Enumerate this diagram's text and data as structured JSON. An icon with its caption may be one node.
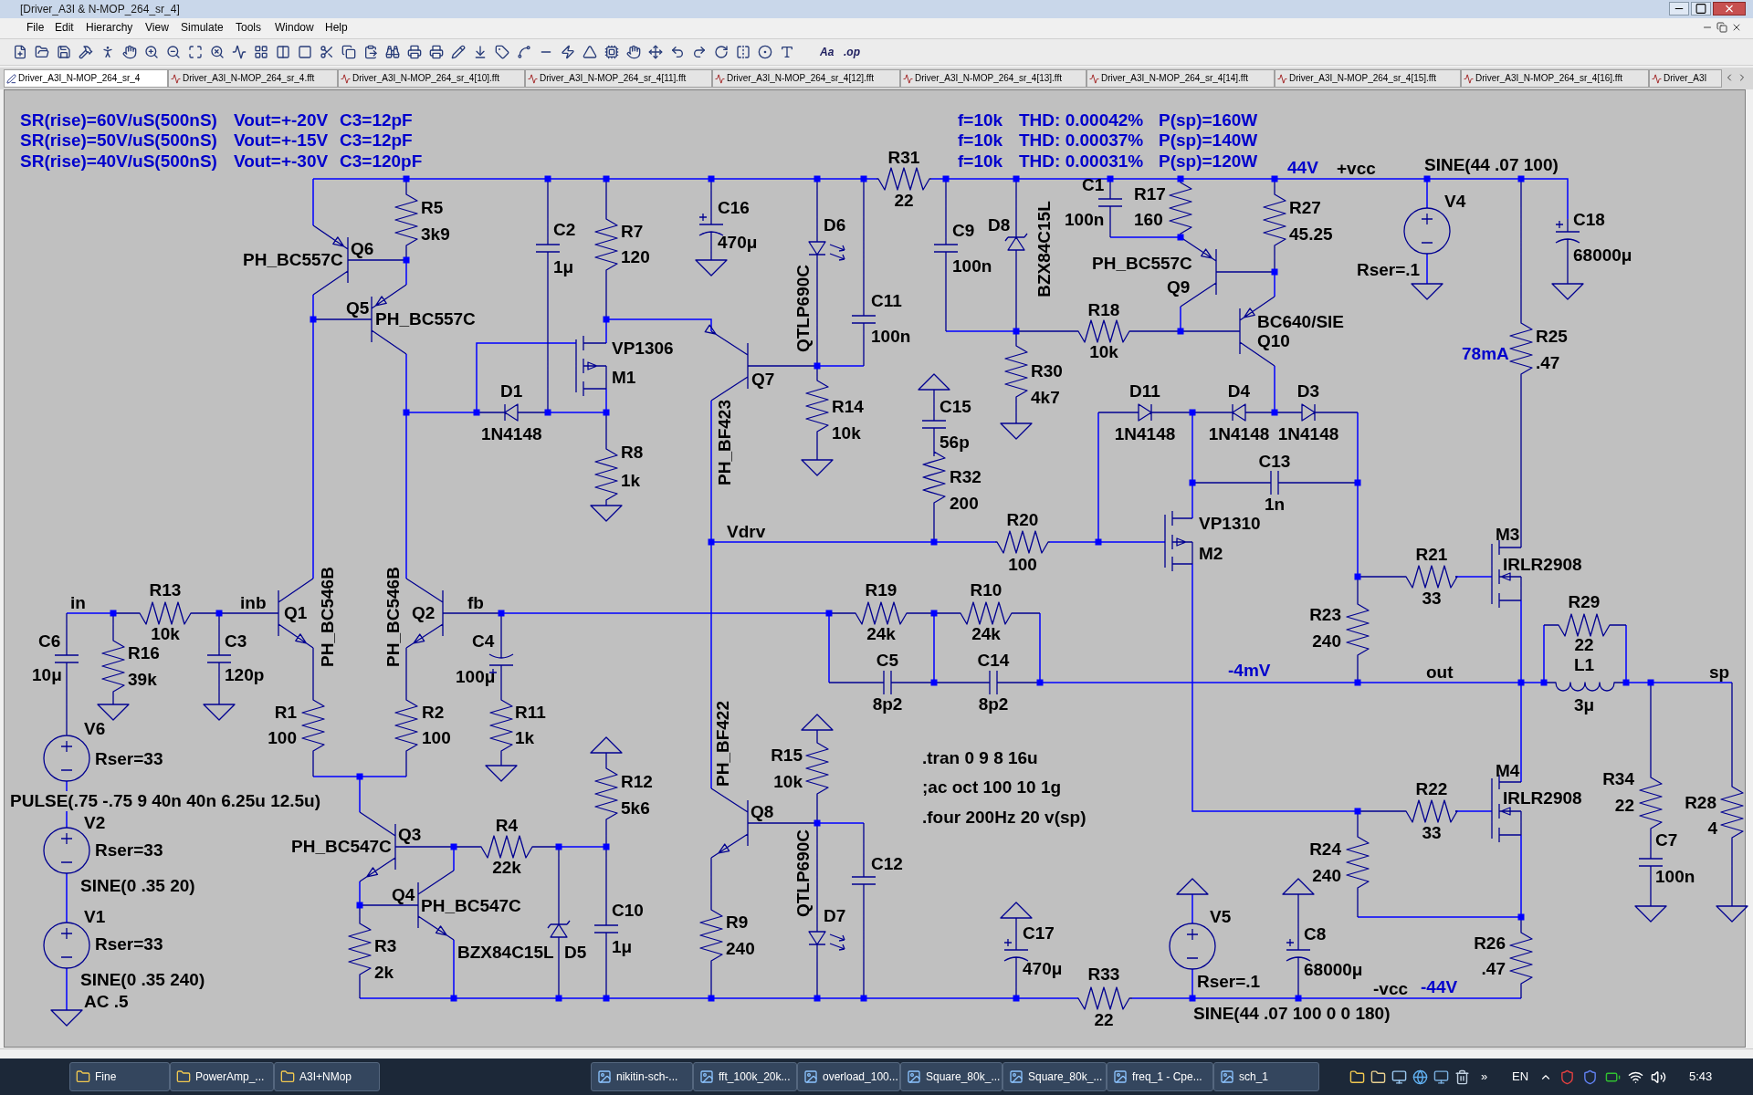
{
  "diagram": {
    "labels": [
      "[Driver_A3I & N-MOP_264_sr_4]",
      "File",
      "Edit",
      "Hierarchy",
      "View",
      "Simulate",
      "Tools",
      "Window",
      "Help",
      "Aa",
      ".op",
      "Driver_A3I_N-MOP_264_sr_4",
      "Driver_A3I_N-MOP_264_sr_4.fft",
      "Driver_A3I_N-MOP_264_sr_4[10].fft",
      "Driver_A3I_N-MOP_264_sr_4[11].fft",
      "Driver_A3I_N-MOP_264_sr_4[12].fft",
      "Driver_A3I_N-MOP_264_sr_4[13].fft",
      "Driver_A3I_N-MOP_264_sr_4[14].fft",
      "Driver_A3I_N-MOP_264_sr_4[15].fft",
      "Driver_A3I_N-MOP_264_sr_4[16].fft",
      "Driver_A3I",
      "SR(rise)=60V/uS(500nS)",
      "Vout=+-20V",
      "C3=12pF",
      "f=10k",
      "THD: 0.00042%",
      "P(sp)=160W",
      "SR(rise)=50V/uS(500nS)",
      "Vout=+-15V",
      "C3=12pF",
      "f=10k",
      "THD: 0.00037%",
      "P(sp)=140W",
      "SR(rise)=40V/uS(500nS)",
      "Vout=+-30V",
      "C3=120pF",
      "R31",
      "f=10k",
      "THD: 0.00031%",
      "P(sp)=120W",
      "44V",
      "+vcc",
      "SINE(44 .07 100)",
      "R5",
      "3k9",
      "C16",
      "C2",
      "R7",
      "22",
      "C1",
      "R17",
      "100n",
      "160",
      "R27",
      "45.25",
      "V4",
      "C18",
      "68000μ",
      "D6",
      "C9",
      "D8",
      "BZX84C15L",
      "470μ",
      "120",
      "Q6",
      "PH_BC557C",
      "1μ",
      "100n",
      "PH_BC557C",
      "Rser=.1",
      "Q9",
      "QTLP690C",
      "C11",
      "Q5",
      "PH_BC557C",
      "100n",
      "R18",
      "BC640/SIE",
      "Q10",
      "R25",
      "VP1306",
      "10k",
      "78mA",
      ".47",
      "M1",
      "Q7",
      "R30",
      "D1",
      "4k7",
      "D11",
      "D4",
      "D3",
      "R14",
      "C15",
      "1N4148",
      "10k",
      "1N4148",
      "1N4148",
      "1N4148",
      "PH_BF423",
      "56p",
      "R8",
      "C13",
      "1k",
      "R32",
      "200",
      "1n",
      "Vdrv",
      "R20",
      "VP1310",
      "M3",
      "M2",
      "R21",
      "100",
      "IRLR2908",
      "R13",
      "R19",
      "R10",
      "in",
      "inb",
      "fb",
      "33",
      "R29",
      "Q1",
      "PH_BC546B",
      "PH_BC546B",
      "Q2",
      "R23",
      "C6",
      "10k",
      "C3",
      "C4",
      "24k",
      "24k",
      "240",
      "22",
      "R16",
      "C5",
      "C14",
      "10μ",
      "39k",
      "120p",
      "100μ",
      "-4mV",
      "out",
      "L1",
      "sp",
      "R1",
      "R2",
      "R11",
      "8p2",
      "8p2",
      "3μ",
      "V6",
      "100",
      "100",
      "1k",
      "PH_BF422",
      "Rser=33",
      "R15",
      ".tran 0 9 8 16u",
      "M4",
      "R12",
      "10k",
      ";ac oct 100 10 1g",
      "R22",
      "R34",
      "PULSE(.75 -.75 9 40n 40n 6.25u 12.5u)",
      "5k6",
      "Q8",
      "IRLR2908",
      "22",
      "R28",
      "V2",
      "Q3",
      "R4",
      ".four 200Hz 20 v(sp)",
      "33",
      "4",
      "Rser=33",
      "PH_BC547C",
      "R24",
      "C7",
      "22k",
      "QTLP690C",
      "C12",
      "240",
      "100n",
      "SINE(0 .35 20)",
      "Q4",
      "V1",
      "PH_BC547C",
      "C10",
      "R9",
      "D7",
      "V5",
      "Rser=33",
      "R3",
      "BZX84C15L",
      "D5",
      "1μ",
      "240",
      "C17",
      "C8",
      "R26",
      "SINE(0 .35 240)",
      "2k",
      "470μ",
      "R33",
      "Rser=.1",
      "68000μ",
      "-vcc",
      "-44V",
      ".47",
      "AC .5",
      "22",
      "SINE(44 .07 100 0 0 180)",
      "Fine",
      "PowerAmp_...",
      "A3I+NMop",
      "nikitin-sch-...",
      "fft_100k_20k...",
      "overload_100...",
      "Square_80k_...",
      "Square_80k_...",
      "freq_1 - Сре...",
      "sch_1",
      "»",
      "EN",
      "5:43"
    ]
  }
}
